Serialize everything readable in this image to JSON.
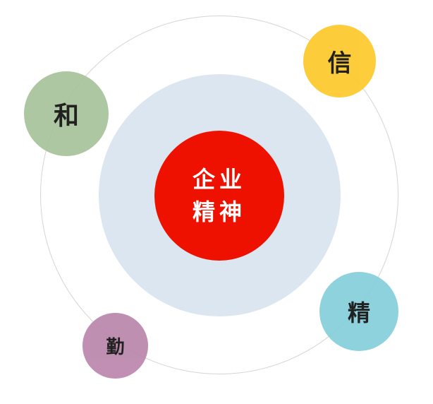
{
  "diagram": {
    "type": "concentric-circles-with-satellites",
    "center": {
      "lines": [
        "企业",
        "精神"
      ],
      "color": "#ee1100",
      "text_color": "#ffffff"
    },
    "inner_ring_color": "#dce6f0",
    "outer_ring_color": "#d4d4d4",
    "satellites": [
      {
        "label": "和",
        "color": "#a6c39a",
        "position": "upper-left"
      },
      {
        "label": "信",
        "color": "#fdc92c",
        "position": "upper-right"
      },
      {
        "label": "精",
        "color": "#86cfdc",
        "position": "lower-right"
      },
      {
        "label": "勤",
        "color": "#bb87ad",
        "position": "lower-left"
      }
    ]
  }
}
